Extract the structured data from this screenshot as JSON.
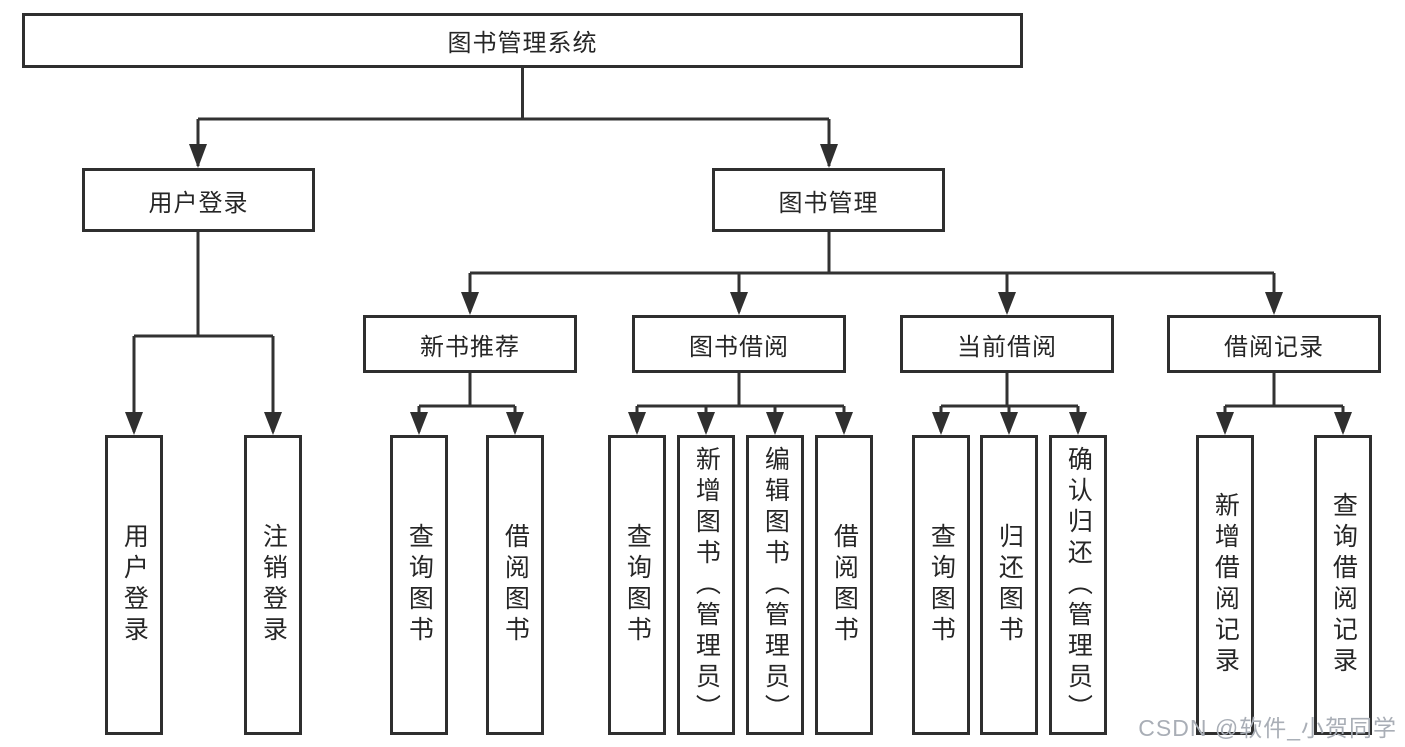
{
  "colors": {
    "line": "#323232",
    "box_border": "#2f2f2f",
    "text": "#262626",
    "watermark": "#a9aeb6",
    "background": "#ffffff"
  },
  "diagram": {
    "root": {
      "label": "图书管理系统"
    },
    "branches": [
      {
        "label": "用户登录",
        "children": [
          {
            "label": "用户登录"
          },
          {
            "label": "注销登录"
          }
        ]
      },
      {
        "label": "图书管理",
        "children": [
          {
            "label": "新书推荐",
            "children": [
              {
                "label": "查询图书"
              },
              {
                "label": "借阅图书"
              }
            ]
          },
          {
            "label": "图书借阅",
            "children": [
              {
                "label": "查询图书"
              },
              {
                "label": "新增图书（管理员）"
              },
              {
                "label": "编辑图书（管理员）"
              },
              {
                "label": "借阅图书"
              }
            ]
          },
          {
            "label": "当前借阅",
            "children": [
              {
                "label": "查询图书"
              },
              {
                "label": "归还图书"
              },
              {
                "label": "确认归还（管理员）"
              }
            ]
          },
          {
            "label": "借阅记录",
            "children": [
              {
                "label": "新增借阅记录"
              },
              {
                "label": "查询借阅记录"
              }
            ]
          }
        ]
      }
    ]
  },
  "watermark": {
    "text": "CSDN @软件_小贺同学"
  }
}
